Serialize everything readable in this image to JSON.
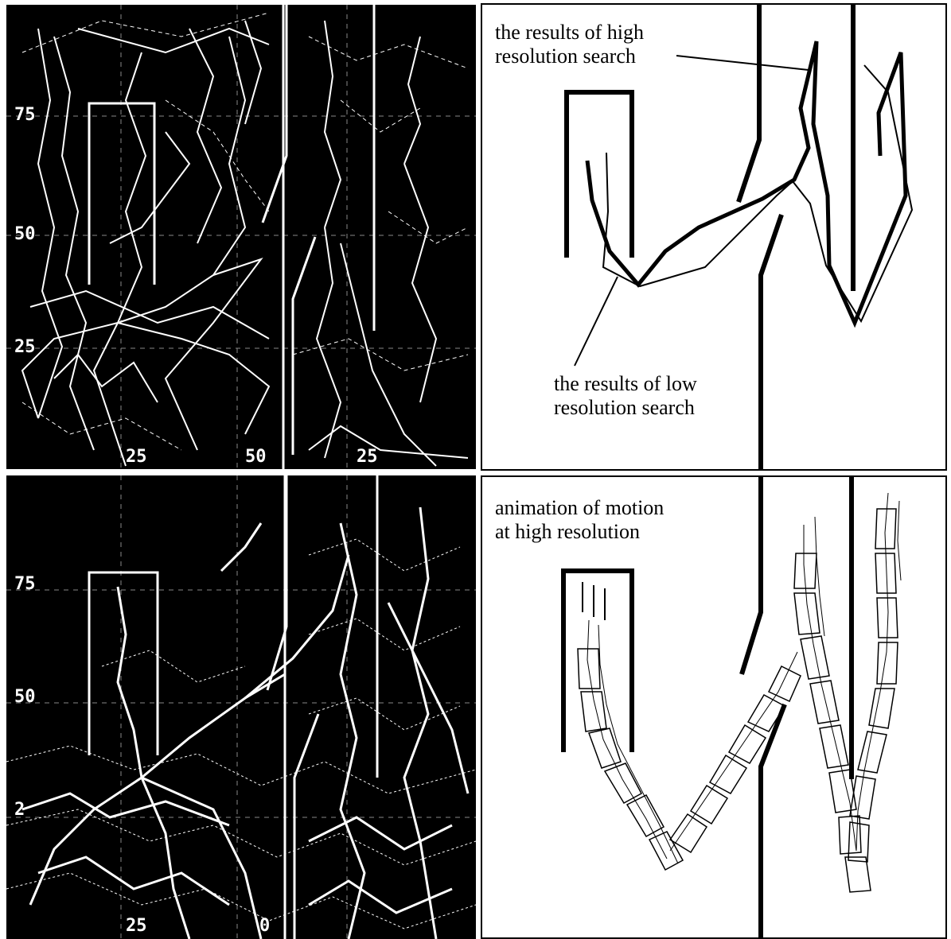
{
  "figure": {
    "top_left": {
      "ticks": {
        "y_75": "75",
        "y_50": "50",
        "y_25": "25",
        "x_25": "25",
        "x_50": "50",
        "x_25b": "25"
      }
    },
    "bottom_left": {
      "ticks": {
        "y_75": "75",
        "y_50": "50",
        "y_25": "2",
        "x_25": "25",
        "x_50": "0"
      }
    },
    "top_right": {
      "label_high": [
        "the results of high",
        "resolution search"
      ],
      "label_low": [
        "the results of low",
        "resolution search"
      ]
    },
    "bottom_right": {
      "label_anim": [
        "animation of motion",
        "at high resolution"
      ]
    }
  },
  "colors": {
    "background": "#ffffff",
    "search_panel": "#000000",
    "trace": "#ffffff",
    "ink": "#000000"
  }
}
